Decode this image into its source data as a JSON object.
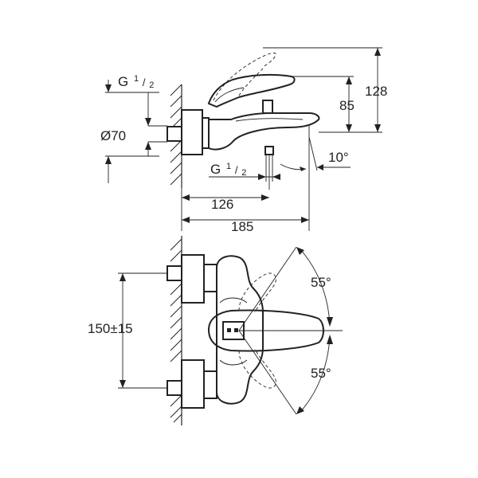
{
  "side_view": {
    "thread_top": {
      "base": "G",
      "num": "1",
      "den": "2"
    },
    "diameter": "Ø70",
    "thread_bottom": {
      "base": "G",
      "num": "1",
      "den": "2"
    },
    "dim_128": "128",
    "dim_85": "85",
    "angle_10": "10°",
    "dim_126": "126",
    "dim_185": "185"
  },
  "top_view": {
    "dim_150": "150±15",
    "angle_top": "55°",
    "angle_bottom": "55°"
  }
}
